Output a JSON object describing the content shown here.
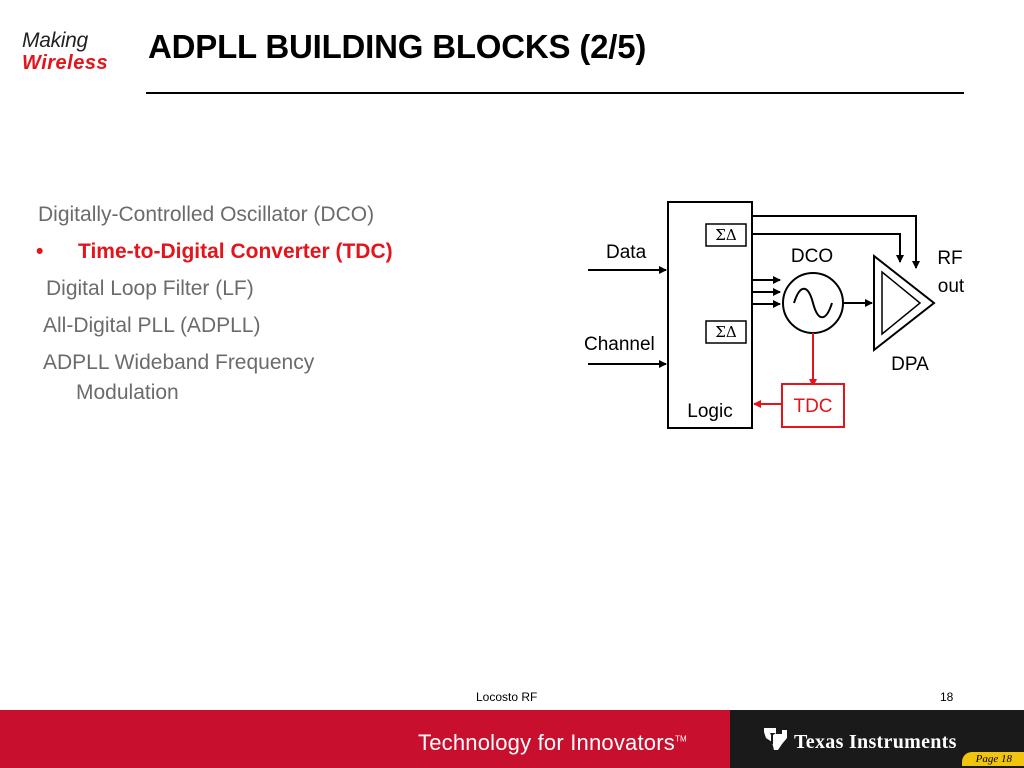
{
  "logo": {
    "line1": "Making",
    "line2": "Wireless"
  },
  "title": "ADPLL BUILDING BLOCKS (2/5)",
  "bullets": [
    {
      "text": "Digitally-Controlled Oscillator (DCO)"
    },
    {
      "text": "Time-to-Digital Converter (TDC)",
      "active": true
    },
    {
      "text": "Digital Loop Filter (LF)"
    },
    {
      "text": "All-Digital PLL (ADPLL)"
    },
    {
      "text": "ADPLL Wideband Frequency",
      "continuation": "Modulation"
    }
  ],
  "bullet_marker": "•",
  "diagram": {
    "data_label": "Data",
    "channel_label": "Channel",
    "sigma_delta": "ΣΔ",
    "dco_label": "DCO",
    "rf_label": "RF",
    "out_label": "out",
    "dpa_label": "DPA",
    "logic_label": "Logic",
    "tdc_label": "TDC"
  },
  "footer": {
    "center_text": "Locosto RF",
    "page_number": "18",
    "tagline": "Technology for Innovators",
    "tagline_tm": "TM",
    "company": "Texas Instruments",
    "page_tag": "Page 18"
  },
  "colors": {
    "accent_red": "#e3141c",
    "footer_red": "#c8102e",
    "tag_yellow": "#f1c40f"
  }
}
